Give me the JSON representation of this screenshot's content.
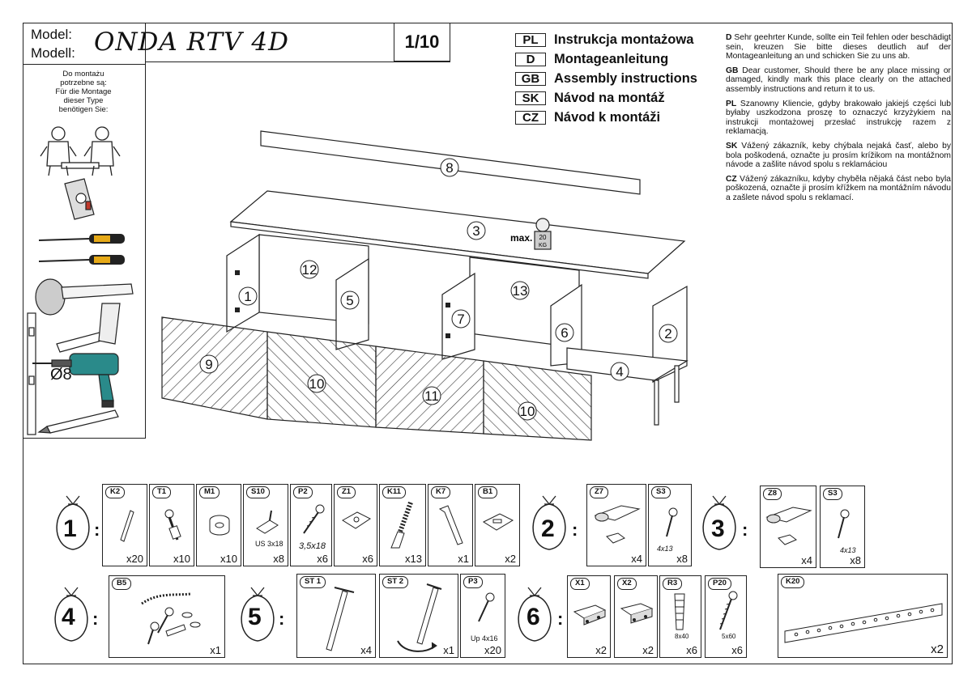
{
  "header": {
    "model_label": "Model:",
    "modell_label": "Modell:",
    "model_name": "ONDA RTV 4D",
    "page": "1/10"
  },
  "tools_note": {
    "line1": "Do montażu",
    "line2": "potrzebne są:",
    "line3": "Für die Montage",
    "line4": "dieser Type",
    "line5": "benötigen Sie:",
    "drill_size": "Ø8"
  },
  "languages": [
    {
      "code": "PL",
      "title": "Instrukcja montażowa"
    },
    {
      "code": "D",
      "title": "Montageanleitung"
    },
    {
      "code": "GB",
      "title": "Assembly instructions"
    },
    {
      "code": "SK",
      "title": "Návod na montáž"
    },
    {
      "code": "CZ",
      "title": "Návod k montáži"
    }
  ],
  "notes": [
    {
      "code": "D",
      "text": "Sehr geehrter Kunde, sollte ein Teil fehlen oder beschädigt sein, kreuzen Sie bitte dieses deutlich auf der Montageanleitung an und schicken Sie zu uns ab."
    },
    {
      "code": "GB",
      "text": "Dear customer, Should there be any place missing or damaged, kindly mark this place clearly on the attached assembly instructions and return it to us."
    },
    {
      "code": "PL",
      "text": "Szanowny Kliencie, gdyby brakowało jakiejś części lub byłaby uszkodzona proszę to oznaczyć krzyżykiem na instrukcji montażowej przesłać instrukcję razem z reklamacją."
    },
    {
      "code": "SK",
      "text": "Vážený zákazník, keby chýbala nejaká časť, alebo by bola poškodená, označte ju prosím krížikom na montážnom návode a zašlite návod spolu s reklamáciou"
    },
    {
      "code": "CZ",
      "text": "Vážený zákazníku, kdyby chyběla nějaká část nebo byla poškozená, označte ji prosím křížkem na montážním návodu a zašlete návod spolu s reklamací."
    }
  ],
  "diagram": {
    "part_labels": [
      "8",
      "3",
      "12",
      "1",
      "5",
      "13",
      "7",
      "6",
      "2",
      "4",
      "9",
      "10",
      "11",
      "10"
    ],
    "max_label": "max.",
    "weight_top": "20",
    "weight_unit": "KG"
  },
  "bags": {
    "bag1": {
      "number": "1",
      "colon": ":",
      "parts": [
        {
          "code": "K2",
          "qty": "x20",
          "spec": ""
        },
        {
          "code": "T1",
          "qty": "x10",
          "spec": ""
        },
        {
          "code": "M1",
          "qty": "x10",
          "spec": ""
        },
        {
          "code": "S10",
          "qty": "x8",
          "spec": "US 3x18"
        },
        {
          "code": "P2",
          "qty": "x6",
          "spec": "3,5x18"
        },
        {
          "code": "Z1",
          "qty": "x6",
          "spec": ""
        },
        {
          "code": "K11",
          "qty": "x13",
          "spec": ""
        },
        {
          "code": "K7",
          "qty": "x1",
          "spec": ""
        },
        {
          "code": "B1",
          "qty": "x2",
          "spec": ""
        }
      ]
    },
    "bag2": {
      "number": "2",
      "colon": ":",
      "parts": [
        {
          "code": "Z7",
          "qty": "x4",
          "spec": ""
        },
        {
          "code": "S3",
          "qty": "x8",
          "spec": "4x13"
        }
      ]
    },
    "bag3": {
      "number": "3",
      "colon": ":",
      "parts": [
        {
          "code": "Z8",
          "qty": "x4",
          "spec": ""
        },
        {
          "code": "S3",
          "qty": "x8",
          "spec": "4x13"
        }
      ]
    },
    "bag4": {
      "number": "4",
      "colon": ":",
      "parts": [
        {
          "code": "B5",
          "qty": "x1",
          "spec": ""
        }
      ]
    },
    "bag5": {
      "number": "5",
      "colon": ":",
      "parts": [
        {
          "code": "ST 1",
          "qty": "x4",
          "spec": ""
        },
        {
          "code": "ST 2",
          "qty": "x1",
          "spec": ""
        },
        {
          "code": "P3",
          "qty": "x20",
          "spec": "Up 4x16"
        }
      ]
    },
    "bag6": {
      "number": "6",
      "colon": ":",
      "parts": [
        {
          "code": "X1",
          "qty": "x2",
          "spec": ""
        },
        {
          "code": "X2",
          "qty": "x2",
          "spec": ""
        },
        {
          "code": "R3",
          "qty": "x6",
          "spec": "8x40"
        },
        {
          "code": "P20",
          "qty": "x6",
          "spec": "5x60"
        },
        {
          "code": "K20",
          "qty": "x2",
          "spec": ""
        }
      ]
    }
  },
  "colors": {
    "line": "#222222",
    "hatch": "#333333",
    "accent_red": "#c0392b"
  }
}
